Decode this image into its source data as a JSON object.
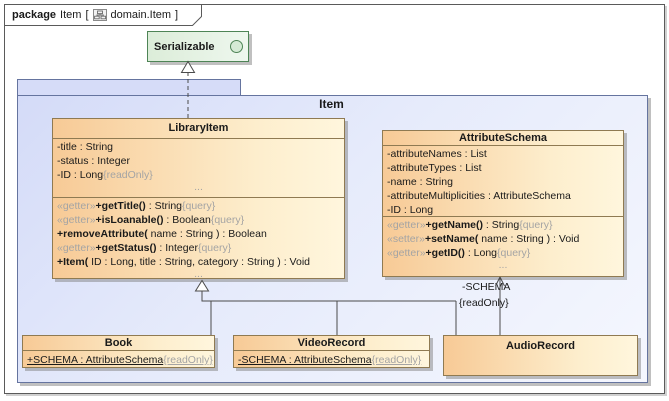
{
  "frame": {
    "keyword": "package",
    "title": "Item",
    "bracket_open": "[",
    "bracket_close": "]",
    "diagram_name": "domain.Item",
    "icon": "class-diagram-icon"
  },
  "item_package": {
    "title": "Item"
  },
  "serializable": {
    "name": "Serializable",
    "icon": "interface-circle-icon"
  },
  "classes": [
    {
      "name": "LibraryItem",
      "attributes": [
        {
          "s": [
            [
              "pl",
              "-title : String"
            ]
          ]
        },
        {
          "s": [
            [
              "pl",
              "-status : Integer"
            ]
          ]
        },
        {
          "s": [
            [
              "pl",
              "-ID : Long"
            ],
            [
              "tg",
              "{readOnly}"
            ]
          ]
        },
        {
          "c": true,
          "s": [
            [
              "tg",
              "..."
            ]
          ]
        }
      ],
      "operations": [
        {
          "s": [
            [
              "st",
              "«getter»"
            ],
            [
              "nm",
              "+getTitle()"
            ],
            [
              "pl",
              " : String"
            ],
            [
              "tg",
              "{query}"
            ]
          ]
        },
        {
          "s": [
            [
              "st",
              "«getter»"
            ],
            [
              "nm",
              "+isLoanable()"
            ],
            [
              "pl",
              " : Boolean"
            ],
            [
              "tg",
              "{query}"
            ]
          ]
        },
        {
          "s": [
            [
              "nm",
              "+removeAttribute("
            ],
            [
              "pl",
              " name : String ) : Boolean"
            ]
          ]
        },
        {
          "s": [
            [
              "st",
              "«getter»"
            ],
            [
              "nm",
              "+getStatus()"
            ],
            [
              "pl",
              " : Integer"
            ],
            [
              "tg",
              "{query}"
            ]
          ]
        },
        {
          "s": [
            [
              "nm",
              "+Item("
            ],
            [
              "pl",
              " ID : Long, title : String, category : String ) : Void"
            ]
          ]
        },
        {
          "c": true,
          "s": [
            [
              "tg",
              "..."
            ]
          ]
        }
      ]
    },
    {
      "name": "AttributeSchema",
      "attributes": [
        {
          "s": [
            [
              "pl",
              "-attributeNames : List"
            ]
          ]
        },
        {
          "s": [
            [
              "pl",
              "-attributeTypes : List"
            ]
          ]
        },
        {
          "s": [
            [
              "pl",
              "-name : String"
            ]
          ]
        },
        {
          "s": [
            [
              "pl",
              "-attributeMultiplicities : AttributeSchema"
            ]
          ]
        },
        {
          "s": [
            [
              "pl",
              "-ID : Long"
            ]
          ]
        }
      ],
      "operations": [
        {
          "s": [
            [
              "st",
              "«getter»"
            ],
            [
              "nm",
              "+getName()"
            ],
            [
              "pl",
              " : String"
            ],
            [
              "tg",
              "{query}"
            ]
          ]
        },
        {
          "s": [
            [
              "st",
              "«setter»"
            ],
            [
              "nm",
              "+setName("
            ],
            [
              "pl",
              " name : String ) : Void"
            ]
          ]
        },
        {
          "s": [
            [
              "st",
              "«getter»"
            ],
            [
              "nm",
              "+getID()"
            ],
            [
              "pl",
              " : Long"
            ],
            [
              "tg",
              "{query}"
            ]
          ]
        },
        {
          "c": true,
          "s": [
            [
              "tg",
              "..."
            ]
          ]
        }
      ]
    },
    {
      "name": "Book",
      "attributes": [
        {
          "s": [
            [
              "un",
              "+SCHEMA : AttributeSchema"
            ],
            [
              "ut",
              "{readOnly}"
            ]
          ]
        }
      ],
      "operations": []
    },
    {
      "name": "VideoRecord",
      "attributes": [
        {
          "s": [
            [
              "un",
              "-SCHEMA : AttributeSchema"
            ],
            [
              "ut",
              "{readOnly}"
            ]
          ]
        }
      ],
      "operations": []
    },
    {
      "name": "AudioRecord",
      "attributes": [],
      "operations": []
    }
  ],
  "association": {
    "name_label": "-SCHEMA",
    "constraint_label": "{readOnly}"
  },
  "colors": {
    "class_border": "#8f7a52",
    "class_fill_left": "#f7ca96",
    "class_fill_right": "#fff6dd",
    "package_border": "#65749f",
    "package_fill": "#d4dbf8",
    "interface_border": "#4e8456",
    "interface_fill": "#dcedd9",
    "muted_text": "#a4a4a4",
    "edge": "#4b4b4b"
  }
}
